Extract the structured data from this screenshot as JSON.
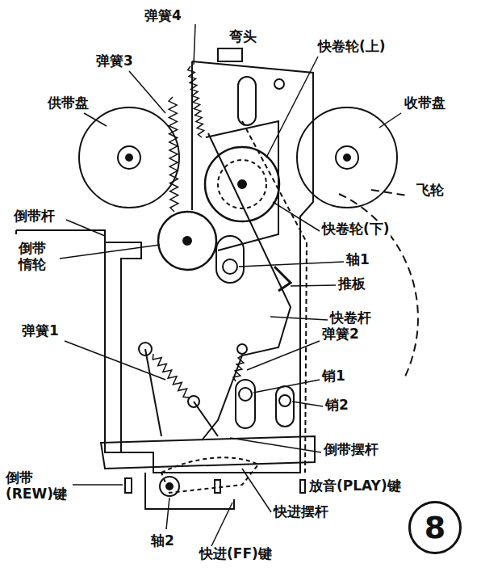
{
  "diagram": {
    "nodes": [
      {
        "text": [
          "8"
        ]
      }
    ],
    "labels": [
      "弹簧4",
      "弯头",
      "快卷轮(上)",
      "弹簧3",
      "供带盘",
      "收带盘",
      "飞轮",
      "倒带杆",
      "倒带 惰轮",
      "快卷轮(下)",
      "轴1",
      "推板",
      "快卷杆",
      "弹簧1",
      "弹簧2",
      "销1",
      "销2",
      "倒带摆杆",
      "倒带 (REW)键",
      "放音(PLAY)键",
      "快进摆杆",
      "轴2",
      "快进(FF)键"
    ]
  }
}
